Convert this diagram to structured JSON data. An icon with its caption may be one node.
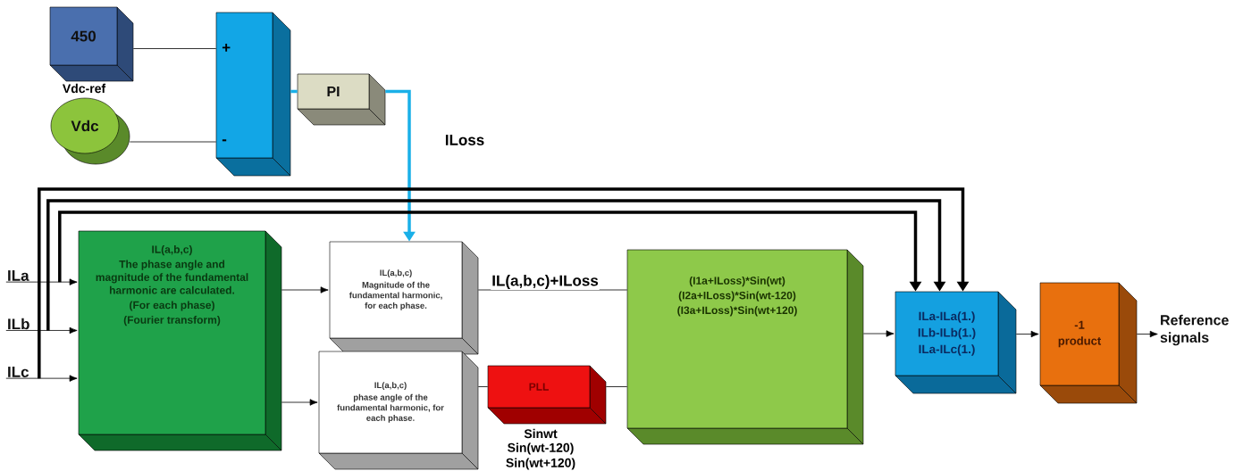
{
  "diagram": {
    "nodes": [
      {
        "text": [
          "450"
        ],
        "beside": [
          "Vdc-ref"
        ]
      },
      {
        "text": [
          "Vdc"
        ]
      },
      {
        "text": [
          "+",
          "-"
        ]
      },
      {
        "text": [
          "PI"
        ]
      },
      {
        "text": [
          "ILa"
        ]
      },
      {
        "text": [
          "ILb"
        ]
      },
      {
        "text": [
          "ILc"
        ]
      },
      {
        "text": [
          "IL(a,b,c)",
          "The phase angle and magnitude of the fundamental harmonic are calculated.",
          "(For each phase)",
          "(Fourier transform)"
        ]
      },
      {
        "text": [
          "IL(a,b,c)",
          "Magnitude of the fundamental harmonic, for each phase."
        ]
      },
      {
        "text": [
          "IL(a,b,c)",
          "phase angle  of the fundamental harmonic, for each phase."
        ]
      },
      {
        "text": [
          "PLL"
        ],
        "beside": [
          "Sinwt",
          "Sin(wt-120)",
          "Sin(wt+120)"
        ]
      },
      {
        "text": [
          "(I1a+ILoss)*Sin(wt)",
          "(I2a+ILoss)*Sin(wt-120)",
          "(I3a+ILoss)*Sin(wt+120)"
        ]
      },
      {
        "text": [
          "ILa-ILa(1.)",
          "ILb-ILb(1.)",
          "ILa-ILc(1.)"
        ]
      },
      {
        "text": [
          "-1",
          "product"
        ]
      },
      {
        "text": [
          "Reference signals"
        ]
      }
    ],
    "edges": [
      {
        "from": 0,
        "to": 2,
        "arrow": "none"
      },
      {
        "from": 1,
        "to": 2,
        "arrow": "none"
      },
      {
        "from": 2,
        "to": 3,
        "arrow": "none",
        "style": "thick",
        "color": "#1ab0e8"
      },
      {
        "from": 3,
        "to": 8,
        "arrow": "to",
        "label": "ILoss",
        "style": "thick",
        "color": "#1ab0e8"
      },
      {
        "from": 4,
        "to": 7,
        "arrow": "to"
      },
      {
        "from": 5,
        "to": 7,
        "arrow": "to"
      },
      {
        "from": 6,
        "to": 7,
        "arrow": "to"
      },
      {
        "from": 4,
        "to": 12,
        "arrow": "to",
        "style": "thick"
      },
      {
        "from": 5,
        "to": 12,
        "arrow": "to",
        "style": "thick"
      },
      {
        "from": 6,
        "to": 12,
        "arrow": "to",
        "style": "thick"
      },
      {
        "from": 7,
        "to": 8,
        "arrow": "to"
      },
      {
        "from": 7,
        "to": 9,
        "arrow": "to"
      },
      {
        "from": 8,
        "to": 11,
        "arrow": "none",
        "label": "IL(a,b,c)+ILoss"
      },
      {
        "from": 9,
        "to": 10,
        "arrow": "none"
      },
      {
        "from": 10,
        "to": 11,
        "arrow": "none"
      },
      {
        "from": 11,
        "to": 12,
        "arrow": "to"
      },
      {
        "from": 12,
        "to": 13,
        "arrow": "to"
      },
      {
        "from": 13,
        "to": 14,
        "arrow": "to"
      }
    ]
  }
}
